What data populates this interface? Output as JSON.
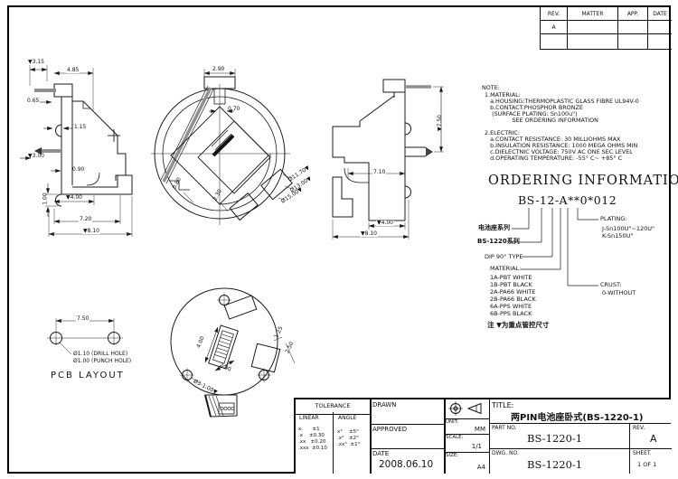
{
  "revision_table": {
    "headers": [
      "REV.",
      "MATTER",
      "APP.",
      "DATE"
    ],
    "rev_value": "A"
  },
  "notes": {
    "title": "NOTE:",
    "body": "1.MATERIAL:\n   a.HOUSING:THERMOPLASTIC GLASS FIBRE UL94V-0\n   b.CONTACT:PHOSPHOR BRONZE\n    (SURFACE PLATING: Sn100u\")\n               SEE ORDERING INFORMATION\n\n2.ELECTRIC:\n   a.CONTACT RESISTANCE: 30 MILLIOHMS MAX\n   b.INSULATION RESISTANCE: 1000 MEGA OHMS MIN\n   c.DIELECTNIC VOLTAGE: 750V AC ONE SEC LEVEL\n   d.OPERATING TEMPERATURE: -55° C~ +85° C"
  },
  "ordering": {
    "heading": "ORDERING INFORMATION",
    "part_code": "BS-12-A**0*012",
    "series_label": "电池座系列",
    "family_label": "BS-1220系列",
    "type_label": "DIP 90° TYPE",
    "material_label": "MATERIAL:",
    "material_options": "1A-PBT WHITE\n1B-PBT BLACK\n2A-PA66 WHITE\n2B-PA66 BLACK\n6A-PPS WHITE\n6B-PPS BLACK",
    "plating_label": "PLATING:",
    "plating_options": "J-Sn100U\"~120U\"\nK-Sn150U\"",
    "crust_label": "CRUST:",
    "crust_options": "0-WITHOUT",
    "note": "注 ▼为重点管控尺寸"
  },
  "dims": {
    "side_left": {
      "a": "▼3.15",
      "b": "4.85",
      "c": "0.65",
      "d": "1.15",
      "e": "▼3.00",
      "f": "0.90",
      "g": "1.00",
      "h": "▼4.00",
      "i": "7.20",
      "j": "▼8.10"
    },
    "top": {
      "a": "2.90",
      "b": "0.70",
      "c": "0.80",
      "d": "2.30",
      "dia1": "Ø11.70▼",
      "dia2": "Ø13.00▼",
      "dia3": "Ø15.00▼"
    },
    "side_right": {
      "a": "▼7.50",
      "b": "7.10",
      "c": "▼4.00",
      "d": "▼8.10"
    },
    "bottom": {
      "a": "4.00",
      "b": "2.00",
      "c": "1.25",
      "d": "2.50",
      "e": "Ø3-1.00▼"
    }
  },
  "pcb": {
    "caption": "PCB  LAYOUT",
    "pitch": "7.50",
    "hole1": "Ø1.10 (DRILL HOLE)",
    "hole2": "Ø1.00 (PUNCH HOLE)"
  },
  "title_block": {
    "tolerance_title": "TOLERANCE",
    "linear_label": "LINEAR",
    "angle_label": "ANGLE",
    "linear_values": "x.      ±1\n.x    ±0.30\n.xx   ±0.20\n.xxx  ±0.10",
    "angle_values": "x°    ±5°\n.x°   ±2°\n.xx°  ±1°",
    "drawn_label": "DRAWN",
    "approved_label": "APPROVED",
    "date_label": "DATE",
    "date_value": "2008.06.10",
    "unit_label": "UNIT:",
    "unit_value": "MM",
    "scale_label": "SCALE:",
    "scale_value": "1/1",
    "size_label": "SIZE:",
    "size_value": "A4",
    "title_label": "TITLE:",
    "title_value": "两PIN电池座卧式(BS-1220-1)",
    "part_no_label": "PART NO.",
    "part_no_value": "BS-1220-1",
    "rev_label": "REV.",
    "rev_value": "A",
    "dwg_label": "DWG. NO.",
    "dwg_value": "BS-1220-1",
    "sheet_label": "SHEET.",
    "sheet_value": "1 OF 1"
  }
}
